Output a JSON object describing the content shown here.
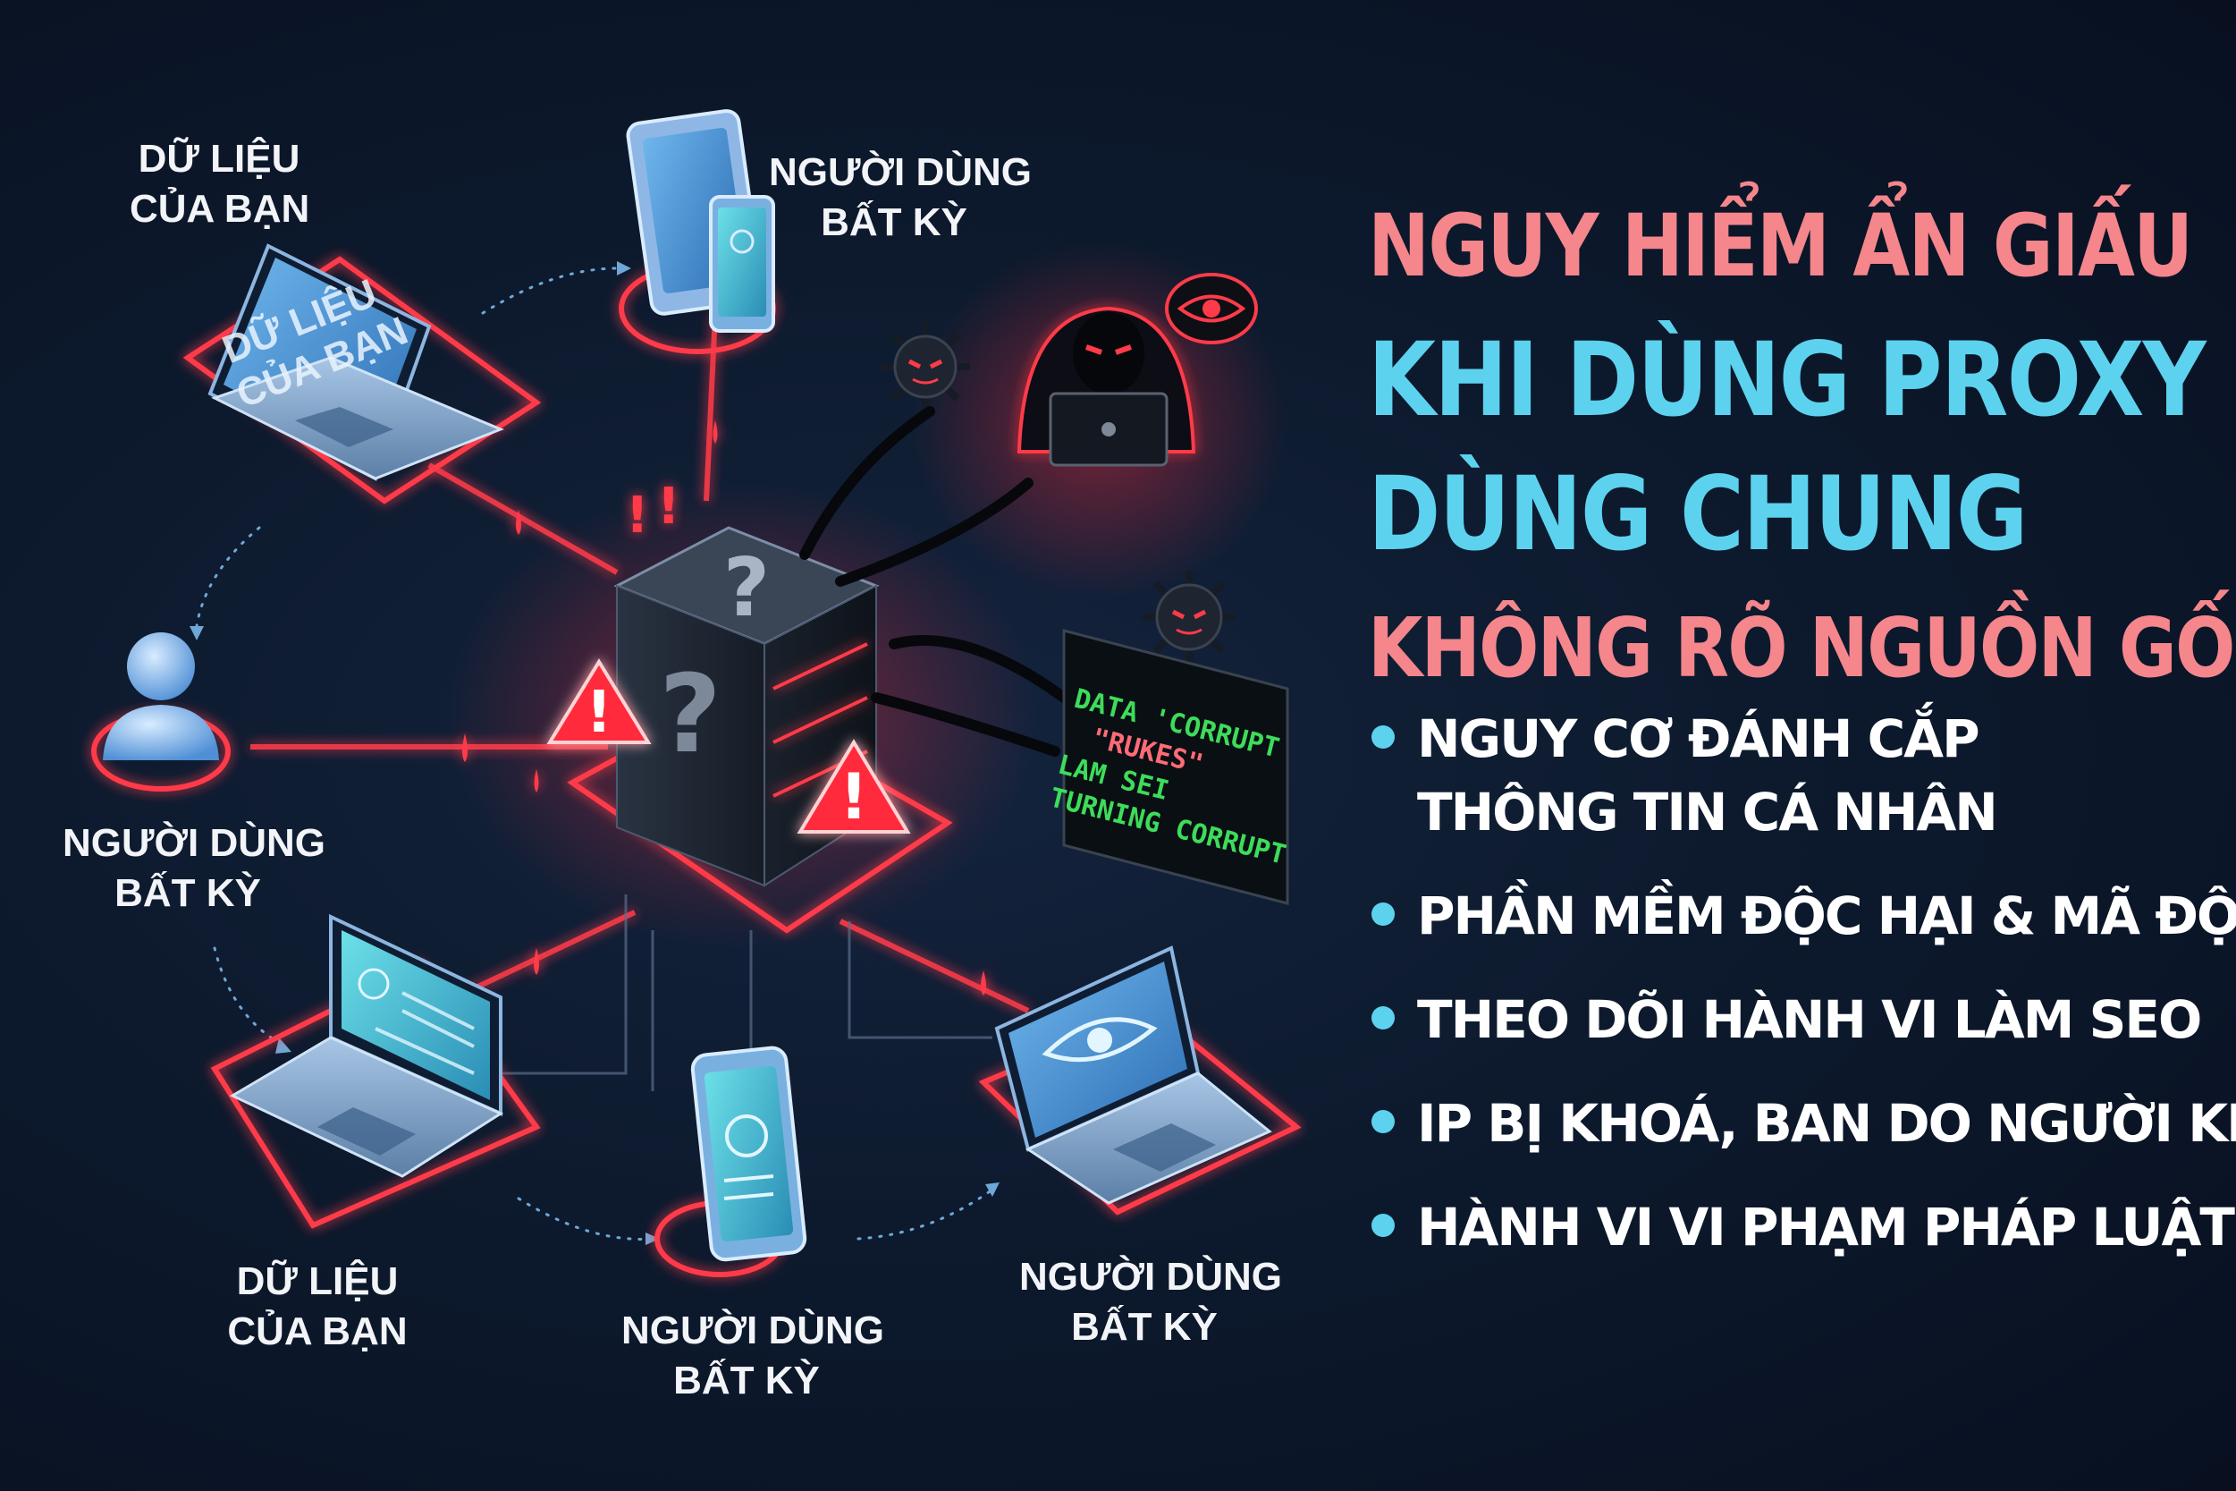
{
  "diagram": {
    "labels": {
      "top_left": [
        "DỮ LIỆU",
        "CỦA BẠN"
      ],
      "top_center": [
        "NGƯỜI DÙNG",
        "BẤT KỲ"
      ],
      "mid_left": [
        "NGƯỜI DÙNG",
        "BẤT KỲ"
      ],
      "bottom_left": [
        "DỮ LIỆU",
        "CỦA BẠN"
      ],
      "bottom_center": [
        "NGƯỜI DÙNG",
        "BẤT KỲ"
      ],
      "bottom_right": [
        "NGƯỜI DÙNG",
        "BẤT KỲ"
      ]
    },
    "laptop_screen_text": [
      "DỮ LIỆU",
      "CỦA BẠN"
    ],
    "server_glyph": "?",
    "alert_glyph": "!",
    "terminal_lines": [
      "DATA 'CORRUPT",
      "\"RUKES\"",
      "LAM SEI",
      "TURNING CORRUPT"
    ]
  },
  "title": {
    "lines": [
      {
        "text": "NGUY HIỂM ẨN GIẤU",
        "color": "#f4868c"
      },
      {
        "text": "KHI DÙNG PROXY",
        "color": "#5dd2ee"
      },
      {
        "text": "DÙNG CHUNG",
        "color": "#5dd2ee"
      },
      {
        "text": "KHÔNG RÕ NGUỒN GỐC",
        "color": "#f4868c"
      }
    ]
  },
  "bullets": [
    [
      "NGUY CƠ ĐÁNH CẮP",
      "THÔNG TIN CÁ NHÂN"
    ],
    [
      "PHẦN MỀM ĐỘC HẠI & MÃ ĐỘC"
    ],
    [
      "THEO DÕI HÀNH VI LÀM SEO"
    ],
    [
      "IP BỊ KHOÁ, BAN DO NGƯỜI KHÁC"
    ],
    [
      "HÀNH VI VI PHẠM PHÁP LUẬT"
    ]
  ],
  "colors": {
    "danger": "#ff3b4a",
    "accent_blue": "#5dd2ee",
    "title_pink": "#f4868c",
    "terminal_green": "#3ddc5a"
  }
}
